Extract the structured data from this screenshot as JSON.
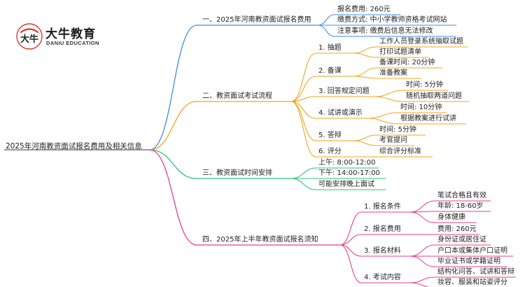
{
  "logo": {
    "name_cn": "大牛教育",
    "name_en": "DANIU EDUCATION",
    "mark_glyph": "大牛"
  },
  "root": "2025年河南教资面试报名费用及相关信息",
  "colors": {
    "blue": "#3c8ee6",
    "orange": "#f0a51a",
    "green": "#2ec07a",
    "pink": "#ea3f86",
    "logo_red": "#d63a2a"
  },
  "branches": [
    {
      "label": "一、2025年河南教资面试报名费用",
      "color_key": "blue",
      "children": [
        {
          "label": "报名费用: 260元"
        },
        {
          "label": "缴费方式: 中小学教师资格考试网站"
        },
        {
          "label": "注意事项: 缴费后信息无法修改"
        }
      ]
    },
    {
      "label": "二、教资面试考试流程",
      "color_key": "orange",
      "children": [
        {
          "label": "1. 抽题",
          "children": [
            {
              "label": "工作人员登录系统抽取试题"
            },
            {
              "label": "打印试题清单"
            }
          ]
        },
        {
          "label": "2. 备课",
          "children": [
            {
              "label": "备课时间: 20分钟"
            },
            {
              "label": "准备教案"
            }
          ]
        },
        {
          "label": "3. 回答规定问题",
          "children": [
            {
              "label": "时间: 5分钟"
            },
            {
              "label": "随机抽取两道问题"
            }
          ]
        },
        {
          "label": "4. 试讲或演示",
          "children": [
            {
              "label": "时间: 10分钟"
            },
            {
              "label": "根据教案进行试讲"
            }
          ]
        },
        {
          "label": "5. 答辩",
          "children": [
            {
              "label": "时间: 5分钟"
            },
            {
              "label": "考官提问"
            }
          ]
        },
        {
          "label": "6. 评分",
          "children": [
            {
              "label": "综合评分标准"
            }
          ]
        }
      ]
    },
    {
      "label": "三、教资面试时间安排",
      "color_key": "green",
      "children": [
        {
          "label": "上午: 8:00-12:00"
        },
        {
          "label": "下午: 14:00-17:00"
        },
        {
          "label": "可能安排晚上面试"
        }
      ]
    },
    {
      "label": "四、2025年上半年教资面试报名须知",
      "color_key": "pink",
      "children": [
        {
          "label": "1. 报名条件",
          "children": [
            {
              "label": "笔试合格且有效"
            },
            {
              "label": "年龄: 18-60岁"
            },
            {
              "label": "身体健康"
            }
          ]
        },
        {
          "label": "2. 报名费用",
          "children": [
            {
              "label": "费用: 260元"
            }
          ]
        },
        {
          "label": "3. 报名材料",
          "children": [
            {
              "label": "身份证或居住证"
            },
            {
              "label": "户口本或集体户口证明"
            },
            {
              "label": "毕业证书或学籍证明"
            }
          ]
        },
        {
          "label": "4. 考试内容",
          "children": [
            {
              "label": "结构化问答、试讲和答辩"
            },
            {
              "label": "妆容、服装和站姿评分"
            }
          ]
        }
      ]
    }
  ]
}
